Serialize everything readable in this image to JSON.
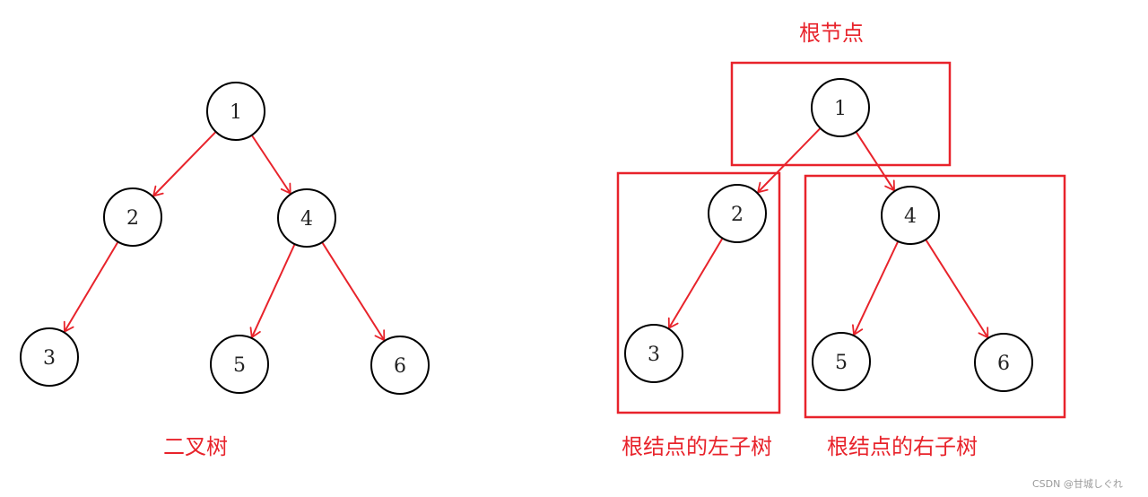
{
  "colors": {
    "accent": "#e8232b",
    "node_stroke": "#000000",
    "text": "#222222",
    "watermark": "#9a9a9a"
  },
  "left_tree": {
    "caption": "二叉树",
    "nodes": [
      {
        "id": "1",
        "label": "1"
      },
      {
        "id": "2",
        "label": "2"
      },
      {
        "id": "4",
        "label": "4"
      },
      {
        "id": "3",
        "label": "3"
      },
      {
        "id": "5",
        "label": "5"
      },
      {
        "id": "6",
        "label": "6"
      }
    ],
    "edges": [
      [
        "1",
        "2"
      ],
      [
        "1",
        "4"
      ],
      [
        "2",
        "3"
      ],
      [
        "4",
        "5"
      ],
      [
        "4",
        "6"
      ]
    ]
  },
  "right_tree": {
    "root_caption": "根节点",
    "left_subtree_caption": "根结点的左子树",
    "right_subtree_caption": "根结点的右子树",
    "nodes": [
      {
        "id": "1",
        "label": "1"
      },
      {
        "id": "2",
        "label": "2"
      },
      {
        "id": "4",
        "label": "4"
      },
      {
        "id": "3",
        "label": "3"
      },
      {
        "id": "5",
        "label": "5"
      },
      {
        "id": "6",
        "label": "6"
      }
    ],
    "edges": [
      [
        "1",
        "2"
      ],
      [
        "1",
        "4"
      ],
      [
        "2",
        "3"
      ],
      [
        "4",
        "5"
      ],
      [
        "4",
        "6"
      ]
    ]
  },
  "watermark": "CSDN @甘城しぐれ"
}
